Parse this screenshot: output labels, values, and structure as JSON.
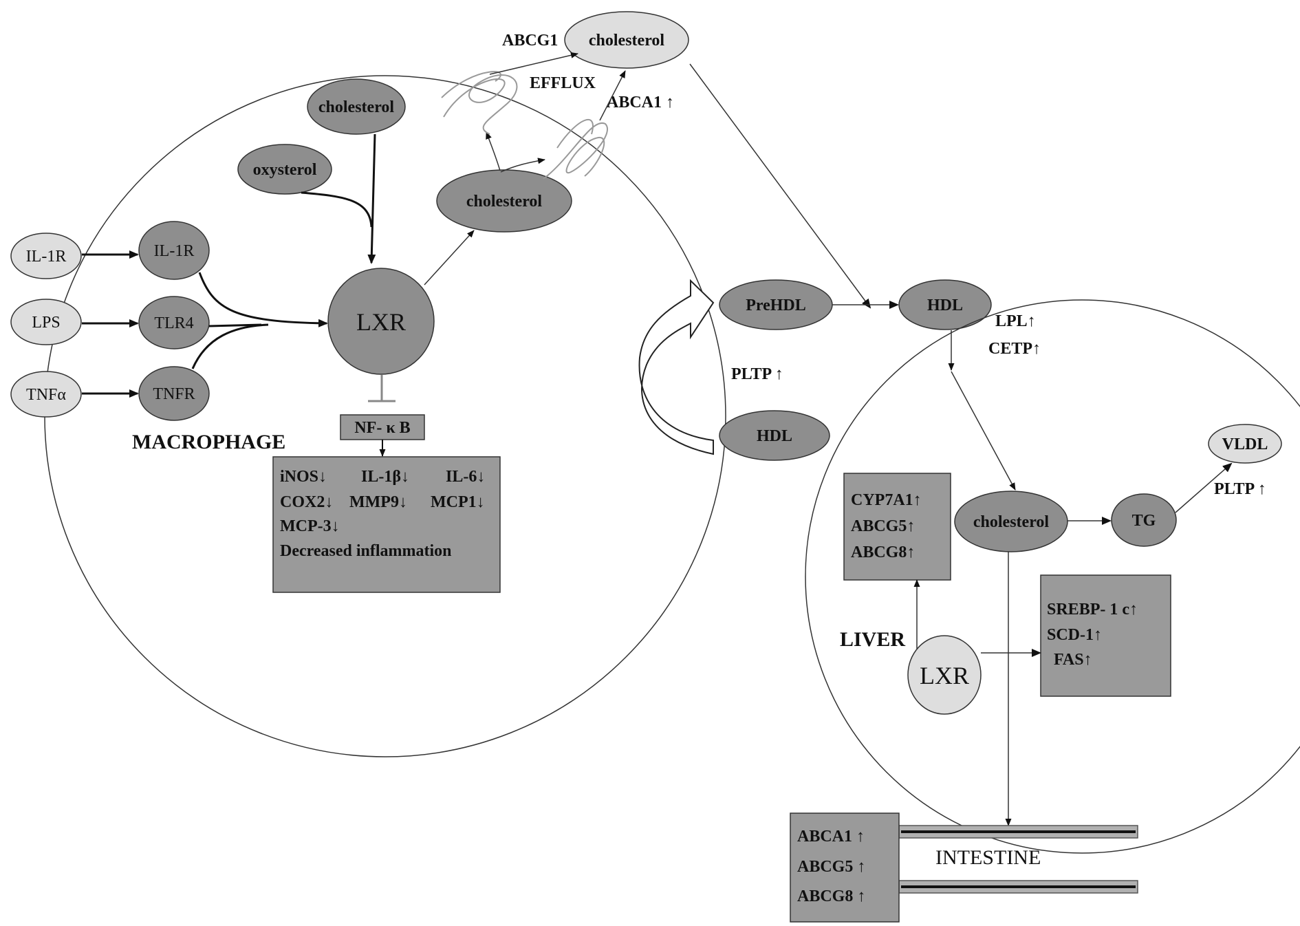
{
  "colors": {
    "dark_node": "#8e8e8e",
    "light_node": "#dedede",
    "box_fill": "#9a9a9a",
    "line": "#222222",
    "inhibit": "#888888"
  },
  "macrophage": {
    "title": "MACROPHAGE",
    "outer_inputs": [
      "IL-1R",
      "LPS",
      "TNFα"
    ],
    "receptors": [
      "IL-1R",
      "TLR4",
      "TNFR"
    ],
    "cholesterol_top": "cholesterol",
    "oxysterol": "oxysterol",
    "lxr": "LXR",
    "cholesterol_mid": "cholesterol",
    "nfkb": "NF- κ B",
    "effects": {
      "row1": [
        "iNOS↓",
        "IL-1β↓",
        "IL-6↓"
      ],
      "row2": [
        "COX2↓",
        "MMP9↓",
        "MCP1↓"
      ],
      "row3": "MCP-3↓",
      "row4": "Decreased inflammation"
    }
  },
  "efflux": {
    "abcg1": "ABCG1",
    "cholesterol": "cholesterol",
    "efflux_label": "EFFLUX",
    "abca1": "ABCA1 ↑"
  },
  "hdl_pathway": {
    "prehdl": "PreHDL",
    "hdl_top": "HDL",
    "hdl_bottom": "HDL",
    "pltp": "PLTP ↑",
    "lpl": "LPL↑",
    "cetp": "CETP↑"
  },
  "liver": {
    "title": "LIVER",
    "cholesterol": "cholesterol",
    "tg": "TG",
    "vldl": "VLDL",
    "pltp": "PLTP ↑",
    "lxr": "LXR",
    "box1": [
      "CYP7A1↑",
      "ABCG5↑",
      "ABCG8↑"
    ],
    "box2": [
      "SREBP- 1 c↑",
      "SCD-1↑",
      "FAS↑"
    ]
  },
  "intestine": {
    "title": "INTESTINE",
    "box": [
      "ABCA1 ↑",
      "ABCG5 ↑",
      "ABCG8 ↑"
    ]
  }
}
